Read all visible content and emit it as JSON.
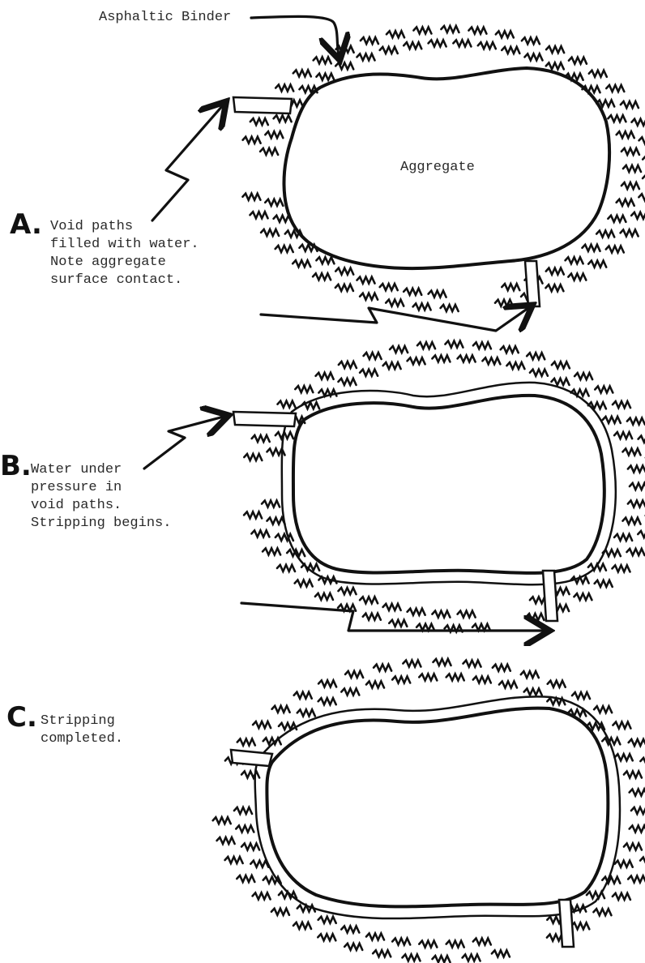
{
  "labels": {
    "binder": "Asphaltic Binder",
    "aggregate": "Aggregate"
  },
  "panels": [
    {
      "letter": "A.",
      "caption": [
        "Void paths",
        "filled with water.",
        "Note aggregate",
        "surface contact."
      ]
    },
    {
      "letter": "B.",
      "caption": [
        "Water under",
        "pressure in",
        "void paths.",
        "Stripping begins."
      ]
    },
    {
      "letter": "C.",
      "caption": [
        "Stripping",
        "completed."
      ]
    }
  ]
}
